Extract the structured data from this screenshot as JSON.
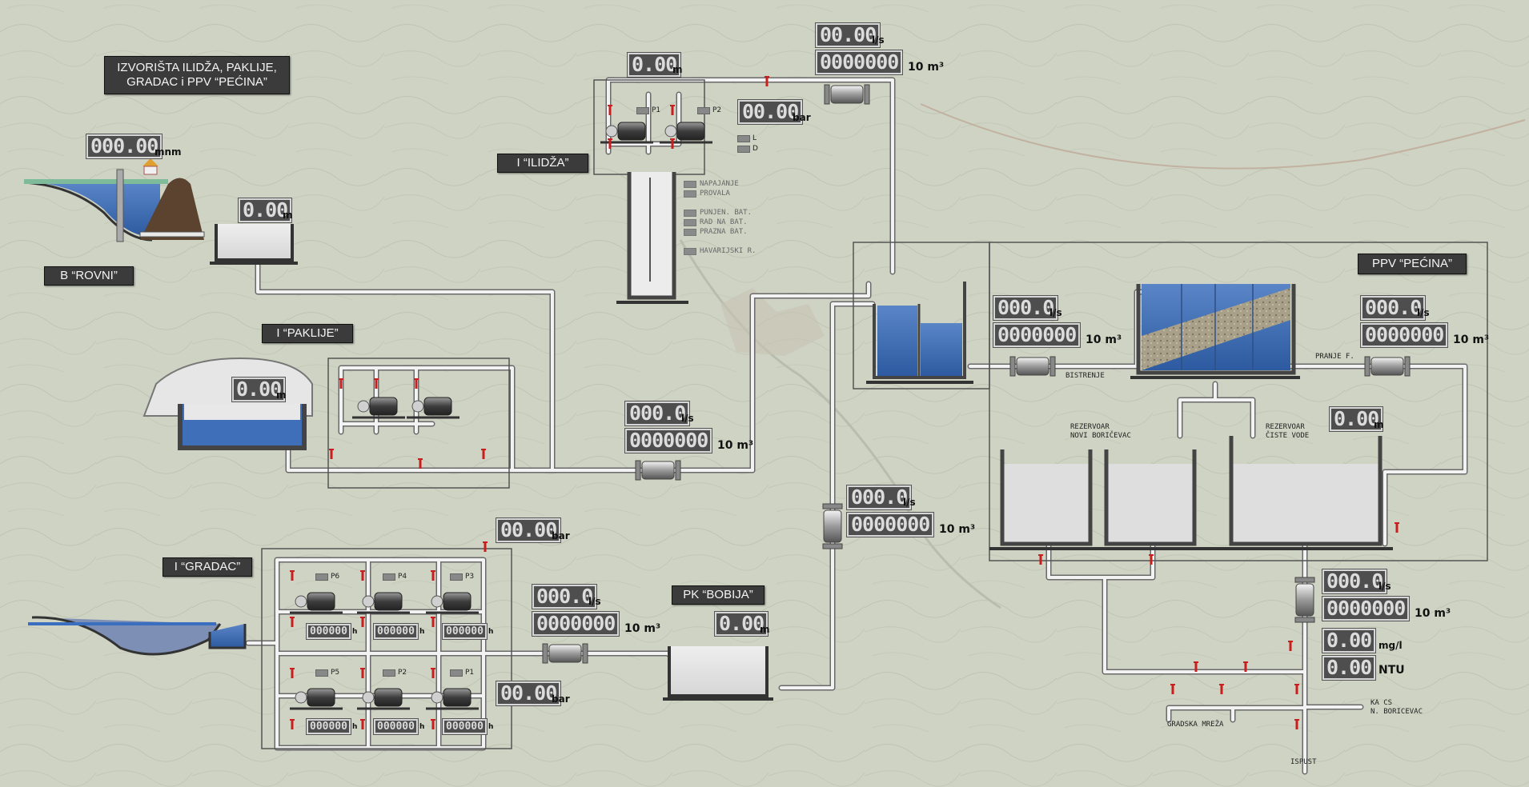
{
  "titles": {
    "main": "IZVORIŠTA ILIDŽA, PAKLIJE,\nGRADAC i PPV “PEĆINA”",
    "rovni": "B “ROVNI”",
    "ilidza": "I “ILIDŽA”",
    "paklije": "I “PAKLIJE”",
    "gradac": "I “GRADAC”",
    "bobija": "PK “BOBIJA”",
    "pecina": "PPV “PEĆINA”"
  },
  "displays": {
    "rovni_level": "000.00",
    "rovni_level_unit": "mnm",
    "rovni_tank": "0.00",
    "rovni_tank_unit": "m",
    "ilidza_level": "0.00",
    "ilidza_level_unit": "m",
    "ilidza_flow": "00.00",
    "ilidza_flow_unit": "l/s",
    "ilidza_total": "0000000",
    "ilidza_total_unit": "10 m³",
    "ilidza_pressure": "00.00",
    "ilidza_pressure_unit": "bar",
    "paklije_level": "0.00",
    "paklije_level_unit": "m",
    "paklije_flow": "000.0",
    "paklije_flow_unit": "l/s",
    "paklije_total": "0000000",
    "paklije_total_unit": "10 m³",
    "gradac_press_top": "00.00",
    "gradac_press_top_unit": "bar",
    "gradac_press_bot": "00.00",
    "gradac_press_bot_unit": "bar",
    "gradac_flow": "000.0",
    "gradac_flow_unit": "l/s",
    "gradac_total": "0000000",
    "gradac_total_unit": "10 m³",
    "bobija_level": "0.00",
    "bobija_level_unit": "m",
    "main_flow": "000.0",
    "main_flow_unit": "l/s",
    "main_total": "0000000",
    "main_total_unit": "10 m³",
    "pecina_in_flow": "000.0",
    "pecina_in_flow_unit": "l/s",
    "pecina_in_total": "0000000",
    "pecina_in_total_unit": "10 m³",
    "pecina_wash_flow": "000.0",
    "pecina_wash_flow_unit": "l/s",
    "pecina_wash_total": "0000000",
    "pecina_wash_total_unit": "10 m³",
    "clean_level": "0.00",
    "clean_level_unit": "m",
    "out_flow": "000.0",
    "out_flow_unit": "l/s",
    "out_total": "0000000",
    "out_total_unit": "10 m³",
    "chlorine": "0.00",
    "chlorine_unit": "mg/l",
    "turbidity": "0.00",
    "turbidity_unit": "NTU"
  },
  "ilidza_pumps": [
    "P1",
    "P2"
  ],
  "ilidza_modes": [
    "L",
    "D"
  ],
  "ilidza_status": [
    "NAPAJANJE",
    "PROVALA",
    "PUNJEN. BAT.",
    "RAD NA BAT.",
    "PRAZNA BAT.",
    "HAVARIJSKI R."
  ],
  "gradac_pumps_top": [
    {
      "tag": "P6",
      "hours": "000000",
      "hours_unit": "h"
    },
    {
      "tag": "P4",
      "hours": "000000",
      "hours_unit": "h"
    },
    {
      "tag": "P3",
      "hours": "000000",
      "hours_unit": "h"
    }
  ],
  "gradac_pumps_bot": [
    {
      "tag": "P5",
      "hours": "000000",
      "hours_unit": "h"
    },
    {
      "tag": "P2",
      "hours": "000000",
      "hours_unit": "h"
    },
    {
      "tag": "P1",
      "hours": "000000",
      "hours_unit": "h"
    }
  ],
  "labels": {
    "bistrenje": "BISTRENJE",
    "pranje": "PRANJE F.",
    "rez_novi": "REZERVOAR\nNOVI BORIČEVAC",
    "rez_ciste": "REZERVOAR\nČISTE VODE",
    "gradska": "GRADSKA MREŽA",
    "ka_cs": "KA CS\nN. BORICEVAC",
    "ispust": "ISPUST"
  },
  "colors": {
    "map_bg": "#cfd3c4",
    "pipe": "#f2f2f2",
    "water": "#3f6fb8",
    "display_bg": "#4e4e4e",
    "valve": "#c81e1e"
  }
}
